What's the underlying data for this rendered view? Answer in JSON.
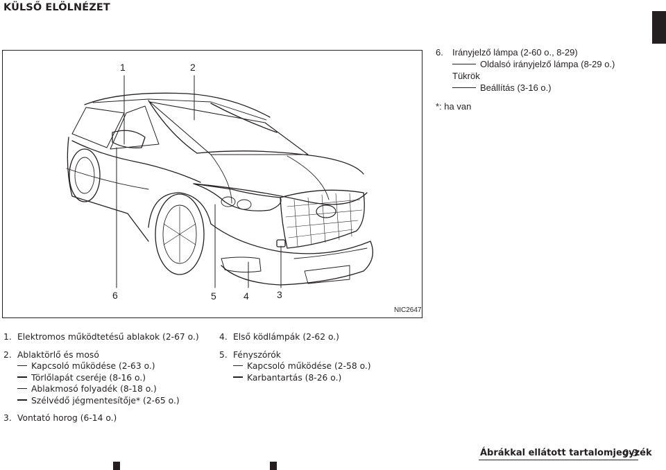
{
  "heading": "KÜLSŐ ELÖLNÉZET",
  "figure": {
    "code": "NIC2647",
    "callouts": [
      "1",
      "2",
      "6",
      "5",
      "4",
      "3"
    ]
  },
  "topright": {
    "item6_num": "6.",
    "item6_title": "Irányjelző lámpa (2-60 o., 8-29)",
    "item6_sub1": "Oldalsó irányjelző lámpa (8-29 o.)",
    "item6_line2": "Tükrök",
    "item6_sub2": "Beállítás (3-16 o.)",
    "note": "*: ha van"
  },
  "list_left": {
    "item1_num": "1.",
    "item1_title": "Elektromos működtetésű ablakok (2-67 o.)",
    "item2_num": "2.",
    "item2_title": "Ablaktörlő és mosó",
    "item2_sub1": "Kapcsoló működése (2-63 o.)",
    "item2_sub2": "Törlőlapát cseréje (8-16 o.)",
    "item2_sub3": "Ablakmosó folyadék (8-18 o.)",
    "item2_sub4": "Szélvédő jégmentesítője* (2-65 o.)",
    "item3_num": "3.",
    "item3_title": "Vontató horog (6-14 o.)"
  },
  "list_right": {
    "item4_num": "4.",
    "item4_title": "Első ködlámpák (2-62 o.)",
    "item5_num": "5.",
    "item5_title": "Fényszórók",
    "item5_sub1": "Kapcsoló működése (2-58 o.)",
    "item5_sub2": "Karbantartás (8-26 o.)"
  },
  "footer": {
    "title": "Ábrákkal ellátott tartalomjegyzék",
    "page": "0-3"
  }
}
